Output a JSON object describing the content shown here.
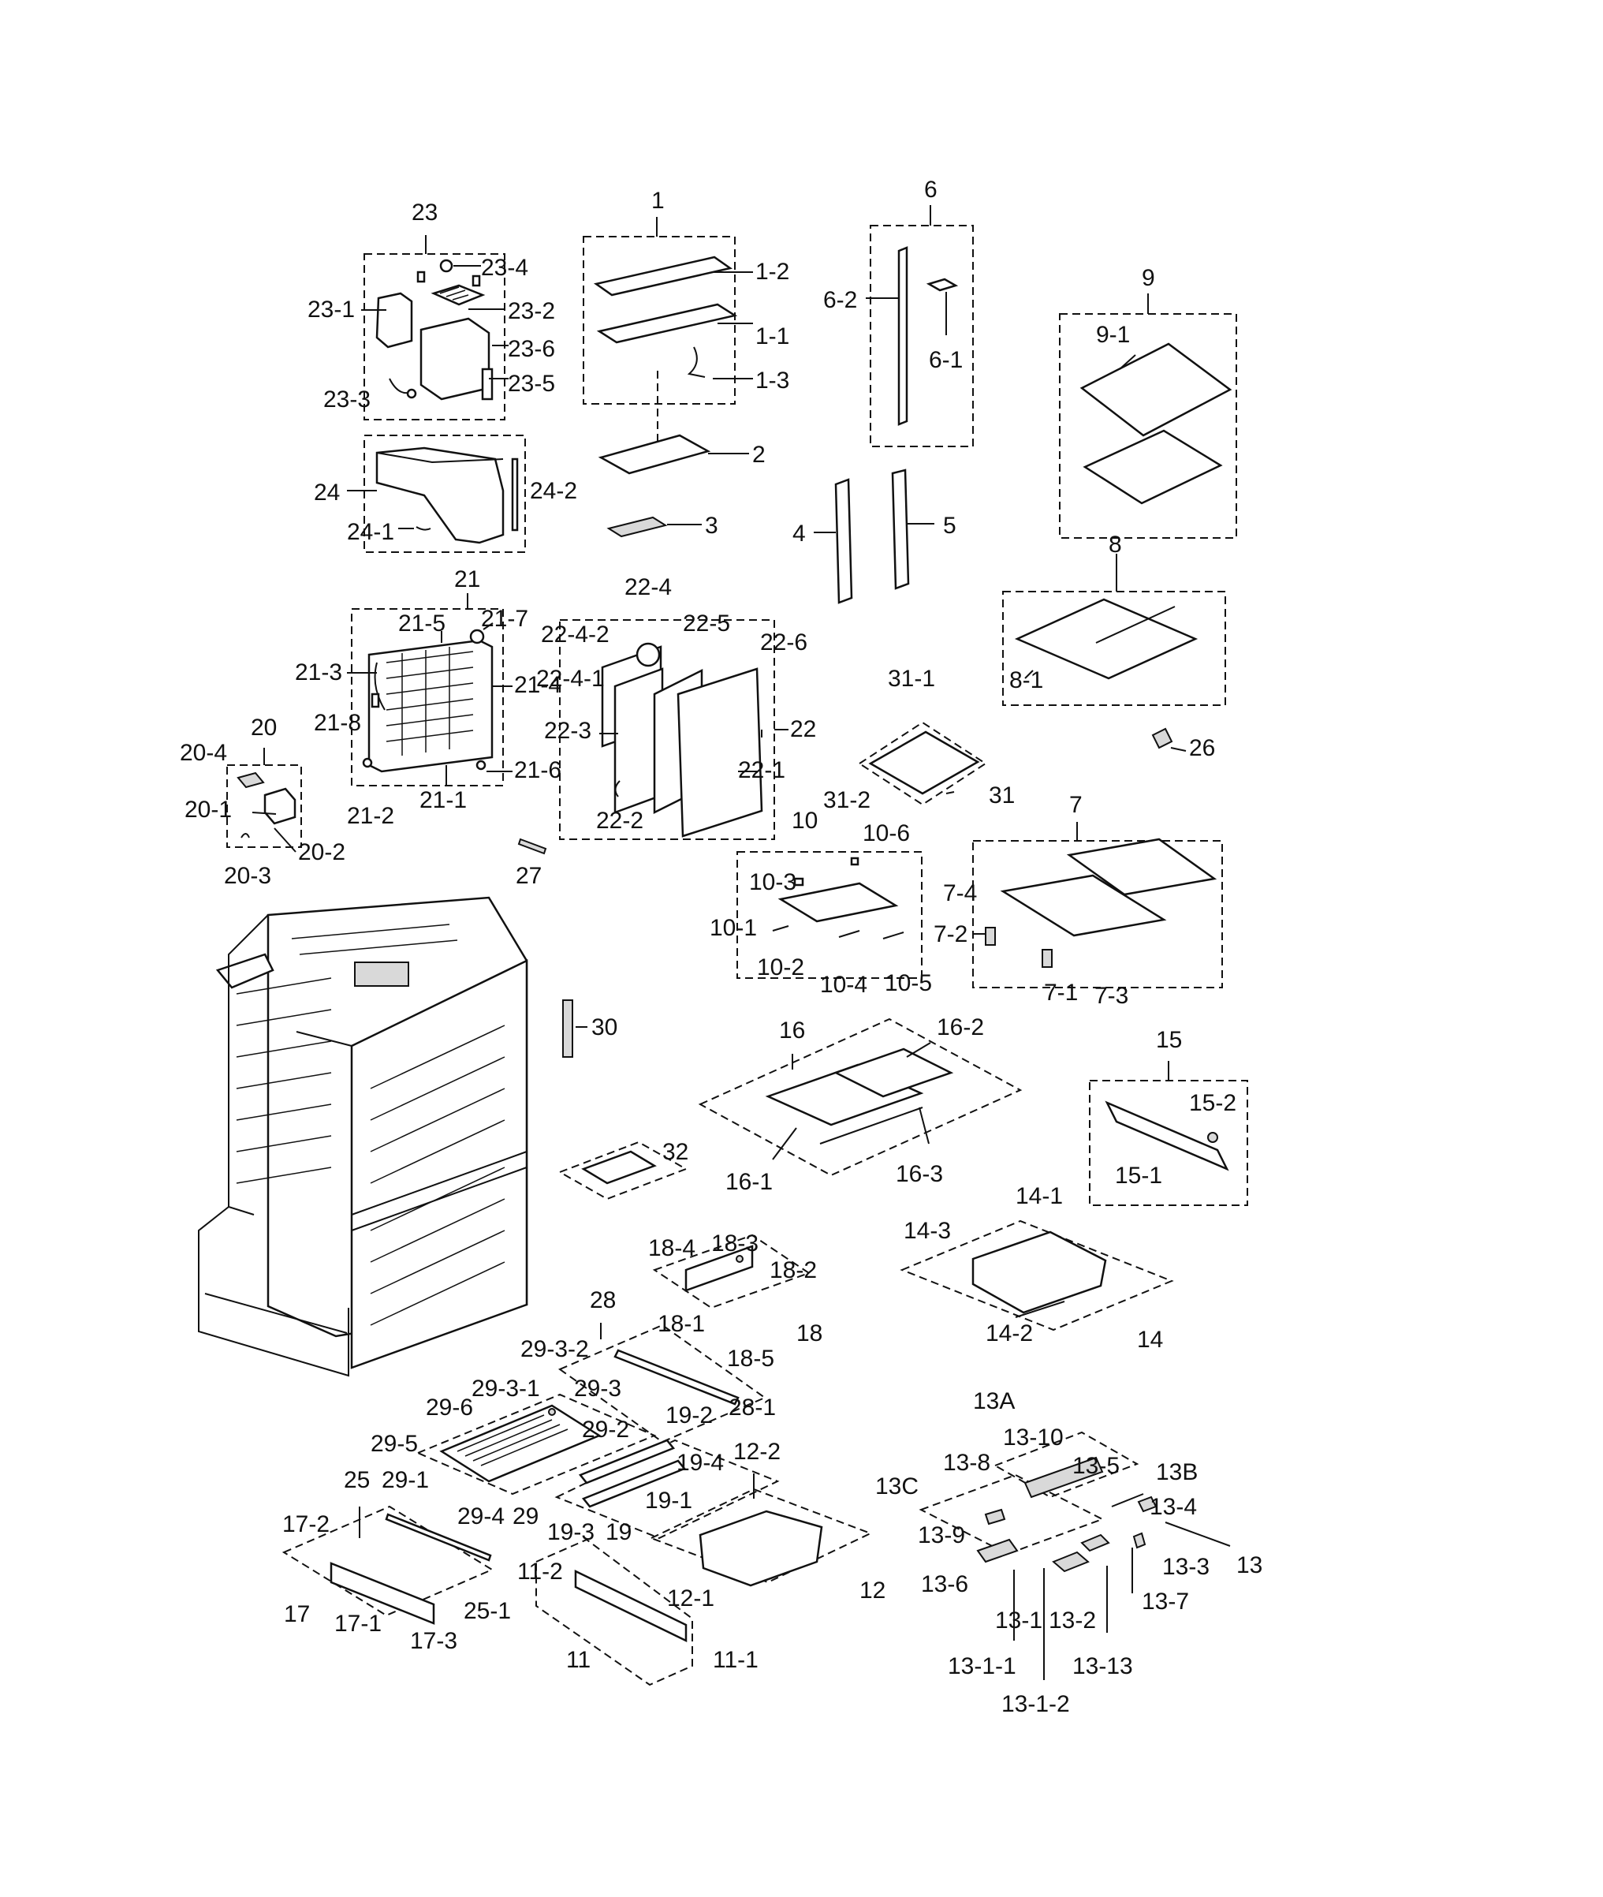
{
  "labels": {
    "l1": "1",
    "l1_1": "1-1",
    "l1_2": "1-2",
    "l1_3": "1-3",
    "l2": "2",
    "l3": "3",
    "l4": "4",
    "l5": "5",
    "l6": "6",
    "l6_1": "6-1",
    "l6_2": "6-2",
    "l7": "7",
    "l7_1": "7-1",
    "l7_2": "7-2",
    "l7_3": "7-3",
    "l7_4": "7-4",
    "l8": "8",
    "l8_1": "8-1",
    "l9": "9",
    "l9_1": "9-1",
    "l10": "10",
    "l10_1": "10-1",
    "l10_2": "10-2",
    "l10_3": "10-3",
    "l10_4": "10-4",
    "l10_5": "10-5",
    "l10_6": "10-6",
    "l11": "11",
    "l11_1": "11-1",
    "l11_2": "11-2",
    "l12": "12",
    "l12_1": "12-1",
    "l12_2": "12-2",
    "l13": "13",
    "l13A": "13A",
    "l13B": "13B",
    "l13C": "13C",
    "l13_1": "13-1",
    "l13_1_1": "13-1-1",
    "l13_1_2": "13-1-2",
    "l13_2": "13-2",
    "l13_3": "13-3",
    "l13_4": "13-4",
    "l13_5": "13-5",
    "l13_6": "13-6",
    "l13_7": "13-7",
    "l13_8": "13-8",
    "l13_9": "13-9",
    "l13_10": "13-10",
    "l13_13": "13-13",
    "l14": "14",
    "l14_1": "14-1",
    "l14_2": "14-2",
    "l14_3": "14-3",
    "l15": "15",
    "l15_1": "15-1",
    "l15_2": "15-2",
    "l16": "16",
    "l16_1": "16-1",
    "l16_2": "16-2",
    "l16_3": "16-3",
    "l17": "17",
    "l17_1": "17-1",
    "l17_2": "17-2",
    "l17_3": "17-3",
    "l18": "18",
    "l18_1": "18-1",
    "l18_2": "18-2",
    "l18_3": "18-3",
    "l18_4": "18-4",
    "l18_5": "18-5",
    "l19": "19",
    "l19_1": "19-1",
    "l19_2": "19-2",
    "l19_3": "19-3",
    "l19_4": "19-4",
    "l20": "20",
    "l20_1": "20-1",
    "l20_2": "20-2",
    "l20_3": "20-3",
    "l20_4": "20-4",
    "l21": "21",
    "l21_1": "21-1",
    "l21_2": "21-2",
    "l21_3": "21-3",
    "l21_4": "21-4",
    "l21_5": "21-5",
    "l21_6": "21-6",
    "l21_7": "21-7",
    "l21_8": "21-8",
    "l22": "22",
    "l22_1": "22-1",
    "l22_2": "22-2",
    "l22_3": "22-3",
    "l22_4": "22-4",
    "l22_4_1": "22-4-1",
    "l22_4_2": "22-4-2",
    "l22_5": "22-5",
    "l22_6": "22-6",
    "l23": "23",
    "l23_1": "23-1",
    "l23_2": "23-2",
    "l23_3": "23-3",
    "l23_4": "23-4",
    "l23_5": "23-5",
    "l23_6": "23-6",
    "l24": "24",
    "l24_1": "24-1",
    "l24_2": "24-2",
    "l25": "25",
    "l25_1": "25-1",
    "l26": "26",
    "l27": "27",
    "l28": "28",
    "l28_1": "28-1",
    "l29": "29",
    "l29_1": "29-1",
    "l29_2": "29-2",
    "l29_3": "29-3",
    "l29_3_1": "29-3-1",
    "l29_3_2": "29-3-2",
    "l29_4": "29-4",
    "l29_5": "29-5",
    "l29_6": "29-6",
    "l30": "30",
    "l31": "31",
    "l31_1": "31-1",
    "l31_2": "31-2",
    "l32": "32"
  }
}
